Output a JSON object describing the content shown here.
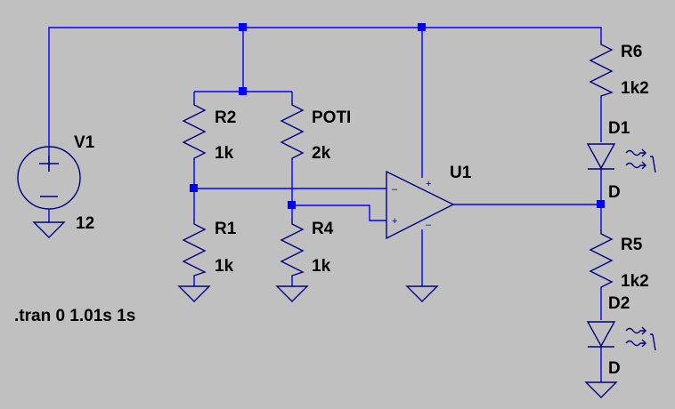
{
  "components": {
    "v1": {
      "name": "V1",
      "value": "12"
    },
    "r1": {
      "name": "R1",
      "value": "1k"
    },
    "r2": {
      "name": "R2",
      "value": "1k"
    },
    "r4": {
      "name": "R4",
      "value": "1k"
    },
    "r5": {
      "name": "R5",
      "value": "1k2"
    },
    "r6": {
      "name": "R6",
      "value": "1k2"
    },
    "poti": {
      "name": "POTI",
      "value": "2k"
    },
    "u1": {
      "name": "U1"
    },
    "d1": {
      "name": "D1",
      "value": "D"
    },
    "d2": {
      "name": "D2",
      "value": "D"
    }
  },
  "directive": ".tran 0 1.01s 1s",
  "colors": {
    "background": "#c0c0c0",
    "wire": "#0000ff",
    "symbol": "#000080",
    "text": "#000000"
  }
}
